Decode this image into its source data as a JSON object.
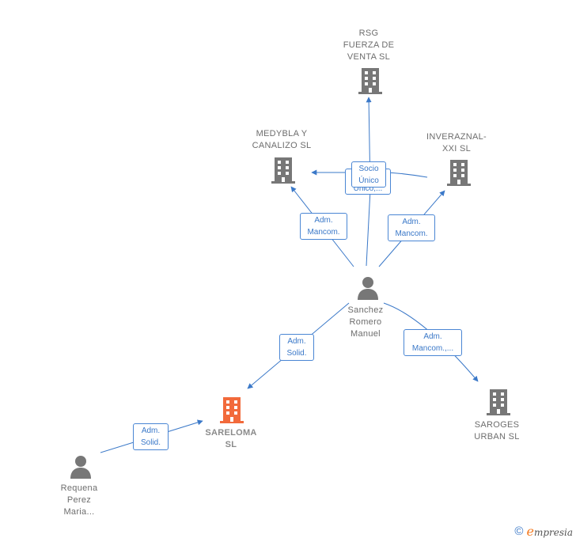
{
  "nodes": {
    "rsg": {
      "label": "RSG\nFUERZA DE\nVENTA SL"
    },
    "medybla": {
      "label": "MEDYBLA Y\nCANALIZO SL"
    },
    "inveraznal": {
      "label": "INVERAZNAL-\nXXI  SL"
    },
    "sanchez": {
      "label": "Sanchez\nRomero\nManuel"
    },
    "sareloma": {
      "label": "SARELOMA\nSL"
    },
    "saroges": {
      "label": "SAROGES\nURBAN  SL"
    },
    "requena": {
      "label": "Requena\nPerez\nMaria..."
    }
  },
  "edges": {
    "socio_back": {
      "label": "Unico,..."
    },
    "socio": {
      "label": "Socio\nÚnico"
    },
    "medybla": {
      "label": "Adm.\nMancom."
    },
    "inveraznal": {
      "label": "Adm.\nMancom."
    },
    "sareloma": {
      "label": "Adm.\nSolid."
    },
    "saroges": {
      "label": "Adm.\nMancom.,..."
    },
    "requena": {
      "label": "Adm.\nSolid."
    }
  },
  "footer": {
    "copyright": "©",
    "brand_initial": "e",
    "brand_rest": "mpresia"
  },
  "colors": {
    "edge": "#3a78c8",
    "node_gray": "#777777",
    "main_company": "#f26a3b"
  }
}
